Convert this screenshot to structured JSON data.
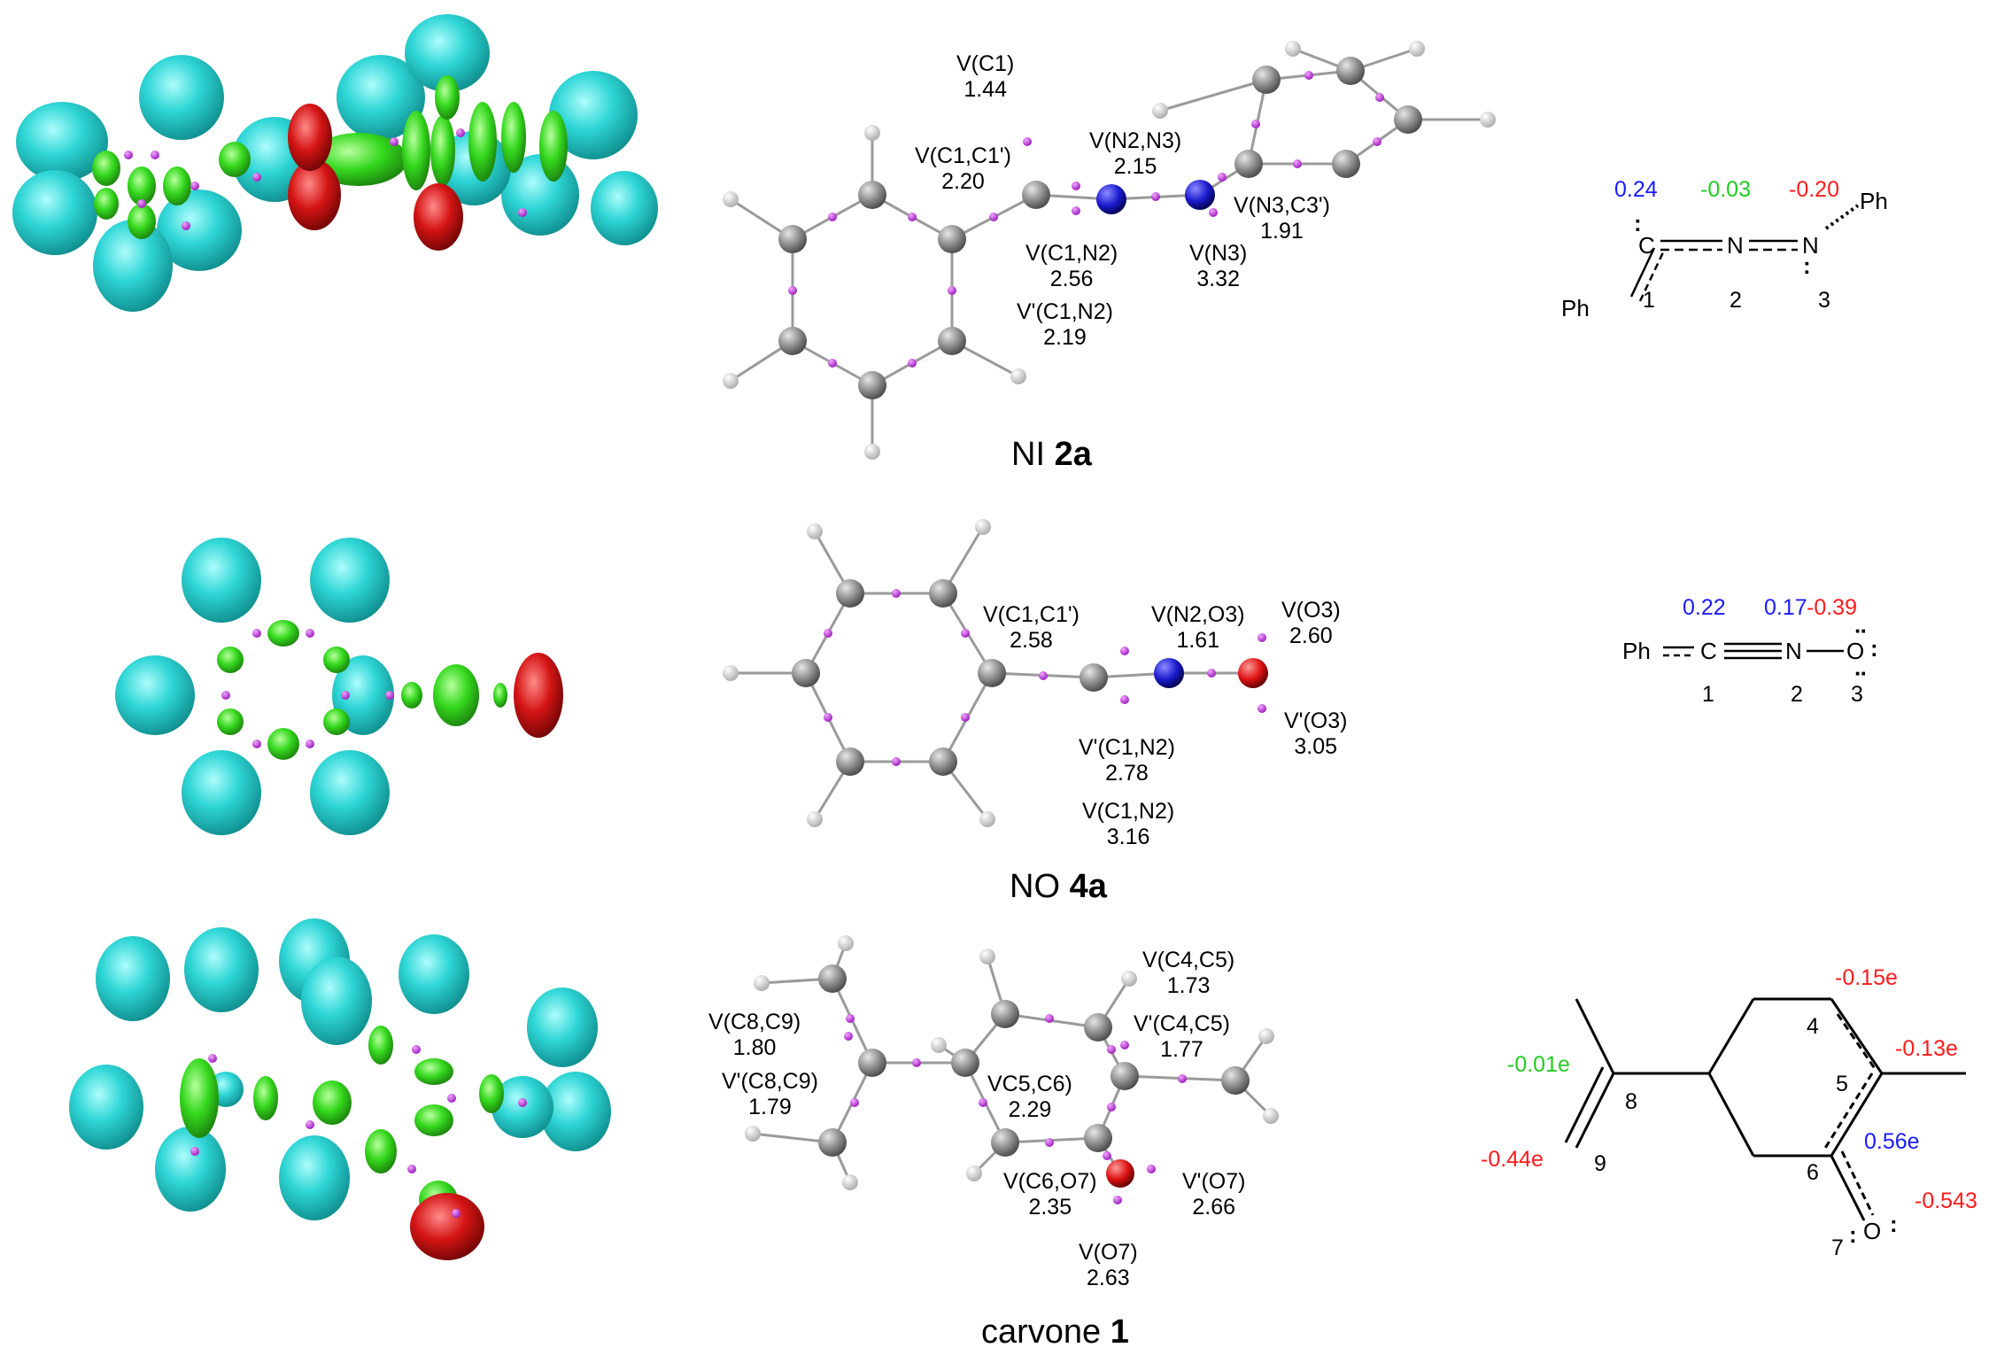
{
  "colors": {
    "positive": "#1a1aff",
    "neutral": "#22cc22",
    "negative": "#ff1a1a",
    "cyan": "#2ad8d8",
    "green": "#33dd22",
    "red": "#cc1111",
    "carbon": "#8a8a8a",
    "nitrogen": "#1a1acc",
    "oxygen": "#dd1111",
    "hydrogen": "#dddddd",
    "attractor": "#cc33dd"
  },
  "panels": {
    "ni2a": {
      "caption": {
        "prefix": "NI ",
        "bold": "2a"
      },
      "labels": {
        "vc1": {
          "name": "V(C1)",
          "value": "1.44"
        },
        "vc1c1": {
          "name": "V(C1,C1')",
          "value": "2.20"
        },
        "vn2n3": {
          "name": "V(N2,N3)",
          "value": "2.15"
        },
        "vn3c3": {
          "name": "V(N3,C3')",
          "value": "1.91"
        },
        "vn3": {
          "name": "V(N3)",
          "value": "3.32"
        },
        "vc1n2": {
          "name": "V(C1,N2)",
          "value": "2.56"
        },
        "vpc1n2": {
          "name": "V'(C1,N2)",
          "value": "2.19"
        }
      },
      "structure": {
        "charges": [
          "0.24",
          "-0.03",
          "-0.20"
        ],
        "atoms": {
          "c": "C",
          "n2": "N",
          "n3": "N",
          "ph_left": "Ph",
          "ph_right": "Ph"
        },
        "numbers": [
          "1",
          "2",
          "3"
        ]
      }
    },
    "no4a": {
      "caption": {
        "prefix": "NO ",
        "bold": "4a"
      },
      "labels": {
        "vc1c1": {
          "name": "V(C1,C1')",
          "value": "2.58"
        },
        "vn2o3": {
          "name": "V(N2,O3)",
          "value": "1.61"
        },
        "vo3": {
          "name": "V(O3)",
          "value": "2.60"
        },
        "vpo3": {
          "name": "V'(O3)",
          "value": "3.05"
        },
        "vpc1n2": {
          "name": "V'(C1,N2)",
          "value": "2.78"
        },
        "vc1n2": {
          "name": "V(C1,N2)",
          "value": "3.16"
        }
      },
      "structure": {
        "charges": [
          "0.22",
          "0.17",
          "-0.39"
        ],
        "atoms": {
          "ph": "Ph",
          "c": "C",
          "n": "N",
          "o": "O"
        },
        "numbers": [
          "1",
          "2",
          "3"
        ]
      }
    },
    "carvone1": {
      "caption": {
        "prefix": "carvone ",
        "bold": "1"
      },
      "labels": {
        "vc4c5": {
          "name": "V(C4,C5)",
          "value": "1.73"
        },
        "vpc4c5": {
          "name": "V'(C4,C5)",
          "value": "1.77"
        },
        "vc8c9": {
          "name": "V(C8,C9)",
          "value": "1.80"
        },
        "vpc8c9": {
          "name": "V'(C8,C9)",
          "value": "1.79"
        },
        "vc5c6": {
          "name": "VC5,C6)",
          "value": "2.29"
        },
        "vc6o7": {
          "name": "V(C6,O7)",
          "value": "2.35"
        },
        "vpo7": {
          "name": "V'(O7)",
          "value": "2.66"
        },
        "vo7": {
          "name": "V(O7)",
          "value": "2.63"
        }
      },
      "structure": {
        "charges": {
          "c4": "-0.15e",
          "c5": "-0.13e",
          "c8": "-0.01e",
          "c9": "-0.44e",
          "c6": "0.56e",
          "o7": "-0.543"
        },
        "atoms": {
          "o": "O"
        },
        "numbers": {
          "n4": "4",
          "n5": "5",
          "n6": "6",
          "n7": "7",
          "n8": "8",
          "n9": "9"
        }
      }
    }
  }
}
